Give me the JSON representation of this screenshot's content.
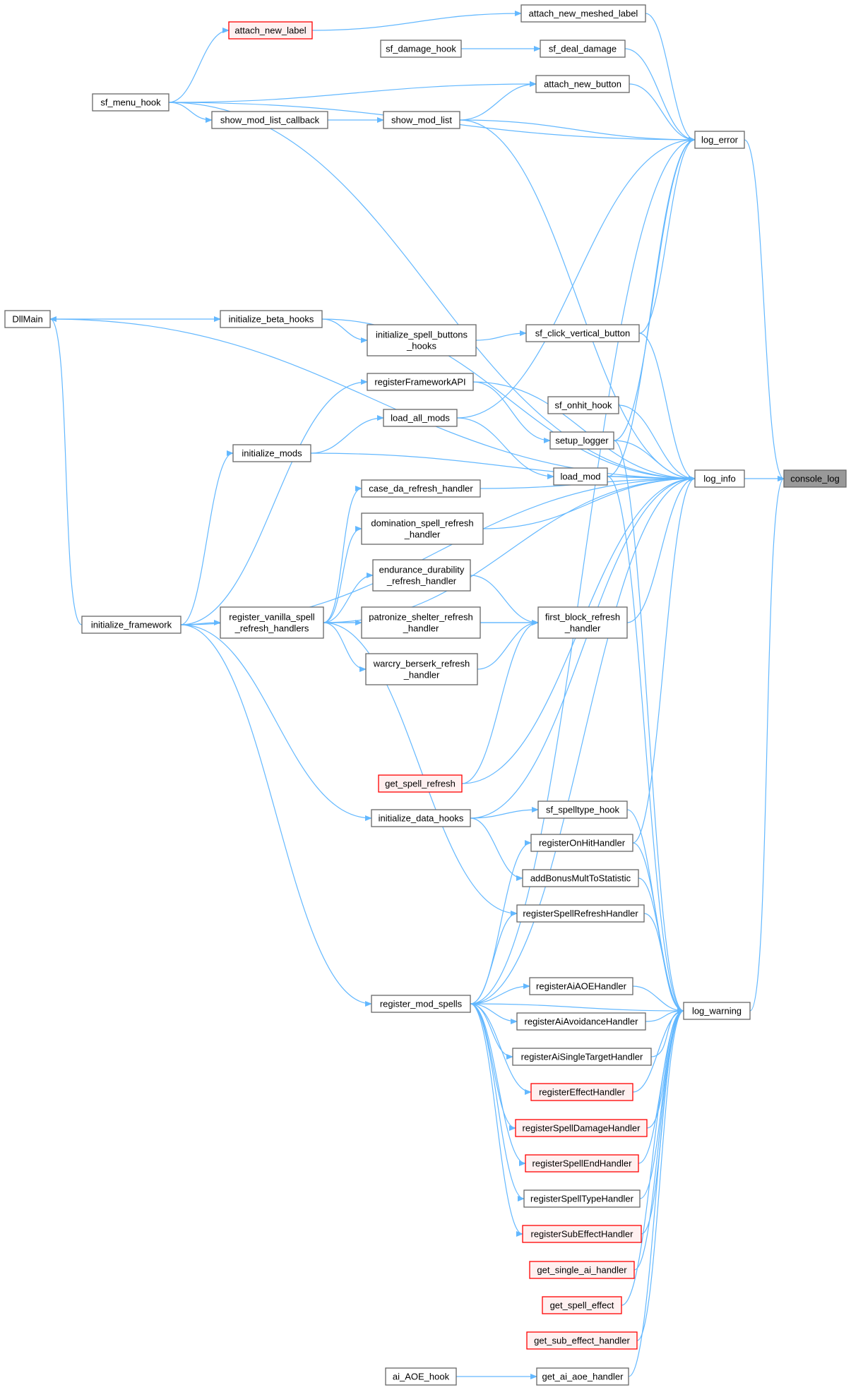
{
  "colors": {
    "edge": "#63b8ff",
    "node_border": "#666666",
    "node_fill": "#ffffff",
    "highlight_fill": "#999999",
    "highlight_border": "#666666",
    "truncated_border": "#ff0000",
    "truncated_fill": "#fff0f0"
  },
  "nodes": {
    "console_log": {
      "lines": [
        "console_log"
      ],
      "style": "highlight"
    },
    "log_error": {
      "lines": [
        "log_error"
      ],
      "style": "normal"
    },
    "log_info": {
      "lines": [
        "log_info"
      ],
      "style": "normal"
    },
    "log_warning": {
      "lines": [
        "log_warning"
      ],
      "style": "normal"
    },
    "attach_new_meshed_label": {
      "lines": [
        "attach_new_meshed_label"
      ],
      "style": "normal"
    },
    "attach_new_label": {
      "lines": [
        "attach_new_label"
      ],
      "style": "truncated"
    },
    "sf_damage_hook": {
      "lines": [
        "sf_damage_hook"
      ],
      "style": "normal"
    },
    "sf_deal_damage": {
      "lines": [
        "sf_deal_damage"
      ],
      "style": "normal"
    },
    "attach_new_button": {
      "lines": [
        "attach_new_button"
      ],
      "style": "normal"
    },
    "sf_menu_hook": {
      "lines": [
        "sf_menu_hook"
      ],
      "style": "normal"
    },
    "show_mod_list_callback": {
      "lines": [
        "show_mod_list_callback"
      ],
      "style": "normal"
    },
    "show_mod_list": {
      "lines": [
        "show_mod_list"
      ],
      "style": "normal"
    },
    "DllMain": {
      "lines": [
        "DllMain"
      ],
      "style": "normal"
    },
    "initialize_beta_hooks": {
      "lines": [
        "initialize_beta_hooks"
      ],
      "style": "normal"
    },
    "initialize_spell_buttons_hooks": {
      "lines": [
        "initialize_spell_buttons",
        "_hooks"
      ],
      "style": "normal"
    },
    "sf_click_vertical_button": {
      "lines": [
        "sf_click_vertical_button"
      ],
      "style": "normal"
    },
    "registerFrameworkAPI": {
      "lines": [
        "registerFrameworkAPI"
      ],
      "style": "normal"
    },
    "sf_onhit_hook": {
      "lines": [
        "sf_onhit_hook"
      ],
      "style": "normal"
    },
    "load_all_mods": {
      "lines": [
        "load_all_mods"
      ],
      "style": "normal"
    },
    "setup_logger": {
      "lines": [
        "setup_logger"
      ],
      "style": "normal"
    },
    "initialize_mods": {
      "lines": [
        "initialize_mods"
      ],
      "style": "normal"
    },
    "load_mod": {
      "lines": [
        "load_mod"
      ],
      "style": "normal"
    },
    "case_da_refresh_handler": {
      "lines": [
        "case_da_refresh_handler"
      ],
      "style": "normal"
    },
    "domination_spell_refresh_handler": {
      "lines": [
        "domination_spell_refresh",
        "_handler"
      ],
      "style": "normal"
    },
    "endurance_durability_refresh_handler": {
      "lines": [
        "endurance_durability",
        "_refresh_handler"
      ],
      "style": "normal"
    },
    "initialize_framework": {
      "lines": [
        "initialize_framework"
      ],
      "style": "normal"
    },
    "register_vanilla_spell_refresh_handlers": {
      "lines": [
        "register_vanilla_spell",
        "_refresh_handlers"
      ],
      "style": "normal"
    },
    "patronize_shelter_refresh_handler": {
      "lines": [
        "patronize_shelter_refresh",
        "_handler"
      ],
      "style": "normal"
    },
    "first_block_refresh_handler": {
      "lines": [
        "first_block_refresh",
        "_handler"
      ],
      "style": "normal"
    },
    "warcry_berserk_refresh_handler": {
      "lines": [
        "warcry_berserk_refresh",
        "_handler"
      ],
      "style": "normal"
    },
    "get_spell_refresh": {
      "lines": [
        "get_spell_refresh"
      ],
      "style": "truncated"
    },
    "sf_spelltype_hook": {
      "lines": [
        "sf_spelltype_hook"
      ],
      "style": "normal"
    },
    "initialize_data_hooks": {
      "lines": [
        "initialize_data_hooks"
      ],
      "style": "normal"
    },
    "registerOnHitHandler": {
      "lines": [
        "registerOnHitHandler"
      ],
      "style": "normal"
    },
    "addBonusMultToStatistic": {
      "lines": [
        "addBonusMultToStatistic"
      ],
      "style": "normal"
    },
    "registerSpellRefreshHandler": {
      "lines": [
        "registerSpellRefreshHandler"
      ],
      "style": "normal"
    },
    "registerAiAOEHandler": {
      "lines": [
        "registerAiAOEHandler"
      ],
      "style": "normal"
    },
    "register_mod_spells": {
      "lines": [
        "register_mod_spells"
      ],
      "style": "normal"
    },
    "registerAiAvoidanceHandler": {
      "lines": [
        "registerAiAvoidanceHandler"
      ],
      "style": "normal"
    },
    "registerAiSingleTargetHandler": {
      "lines": [
        "registerAiSingleTargetHandler"
      ],
      "style": "normal"
    },
    "registerEffectHandler": {
      "lines": [
        "registerEffectHandler"
      ],
      "style": "truncated"
    },
    "registerSpellDamageHandler": {
      "lines": [
        "registerSpellDamageHandler"
      ],
      "style": "truncated"
    },
    "registerSpellEndHandler": {
      "lines": [
        "registerSpellEndHandler"
      ],
      "style": "truncated"
    },
    "registerSpellTypeHandler": {
      "lines": [
        "registerSpellTypeHandler"
      ],
      "style": "normal"
    },
    "registerSubEffectHandler": {
      "lines": [
        "registerSubEffectHandler"
      ],
      "style": "truncated"
    },
    "get_single_ai_handler": {
      "lines": [
        "get_single_ai_handler"
      ],
      "style": "truncated"
    },
    "get_spell_effect": {
      "lines": [
        "get_spell_effect"
      ],
      "style": "truncated"
    },
    "get_sub_effect_handler": {
      "lines": [
        "get_sub_effect_handler"
      ],
      "style": "truncated"
    },
    "ai_AOE_hook": {
      "lines": [
        "ai_AOE_hook"
      ],
      "style": "normal"
    },
    "get_ai_aoe_handler": {
      "lines": [
        "get_ai_aoe_handler"
      ],
      "style": "normal"
    }
  },
  "edges": [
    [
      "log_error",
      "console_log"
    ],
    [
      "log_info",
      "console_log"
    ],
    [
      "log_warning",
      "console_log"
    ],
    [
      "attach_new_meshed_label",
      "log_error"
    ],
    [
      "sf_deal_damage",
      "log_error"
    ],
    [
      "attach_new_button",
      "log_error"
    ],
    [
      "show_mod_list",
      "log_error"
    ],
    [
      "sf_menu_hook",
      "log_error"
    ],
    [
      "register_mod_spells",
      "log_error"
    ],
    [
      "load_all_mods",
      "log_error"
    ],
    [
      "sf_click_vertical_button",
      "log_error"
    ],
    [
      "setup_logger",
      "log_error"
    ],
    [
      "load_mod",
      "log_error"
    ],
    [
      "attach_new_label",
      "attach_new_meshed_label"
    ],
    [
      "sf_menu_hook",
      "attach_new_label"
    ],
    [
      "sf_damage_hook",
      "sf_deal_damage"
    ],
    [
      "sf_menu_hook",
      "attach_new_button"
    ],
    [
      "show_mod_list",
      "attach_new_button"
    ],
    [
      "sf_menu_hook",
      "show_mod_list_callback"
    ],
    [
      "show_mod_list_callback",
      "show_mod_list"
    ],
    [
      "DllMain",
      "initialize_beta_hooks"
    ],
    [
      "initialize_beta_hooks",
      "initialize_spell_buttons_hooks"
    ],
    [
      "initialize_spell_buttons_hooks",
      "sf_click_vertical_button"
    ],
    [
      "initialize_framework",
      "DllMain"
    ],
    [
      "initialize_framework",
      "registerFrameworkAPI"
    ],
    [
      "initialize_framework",
      "initialize_mods"
    ],
    [
      "initialize_mods",
      "load_all_mods"
    ],
    [
      "load_all_mods",
      "load_mod"
    ],
    [
      "registerFrameworkAPI",
      "setup_logger"
    ],
    [
      "initialize_framework",
      "register_vanilla_spell_refresh_handlers"
    ],
    [
      "register_vanilla_spell_refresh_handlers",
      "case_da_refresh_handler"
    ],
    [
      "register_vanilla_spell_refresh_handlers",
      "domination_spell_refresh_handler"
    ],
    [
      "register_vanilla_spell_refresh_handlers",
      "endurance_durability_refresh_handler"
    ],
    [
      "register_vanilla_spell_refresh_handlers",
      "patronize_shelter_refresh_handler"
    ],
    [
      "register_vanilla_spell_refresh_handlers",
      "warcry_berserk_refresh_handler"
    ],
    [
      "register_vanilla_spell_refresh_handlers",
      "first_block_refresh_handler"
    ],
    [
      "endurance_durability_refresh_handler",
      "first_block_refresh_handler"
    ],
    [
      "patronize_shelter_refresh_handler",
      "first_block_refresh_handler"
    ],
    [
      "warcry_berserk_refresh_handler",
      "first_block_refresh_handler"
    ],
    [
      "get_spell_refresh",
      "first_block_refresh_handler"
    ],
    [
      "initialize_framework",
      "initialize_data_hooks"
    ],
    [
      "initialize_data_hooks",
      "sf_spelltype_hook"
    ],
    [
      "initialize_data_hooks",
      "addBonusMultToStatistic"
    ],
    [
      "initialize_framework",
      "register_mod_spells"
    ],
    [
      "register_vanilla_spell_refresh_handlers",
      "registerSpellRefreshHandler"
    ],
    [
      "register_mod_spells",
      "registerOnHitHandler"
    ],
    [
      "register_mod_spells",
      "registerSpellRefreshHandler"
    ],
    [
      "register_mod_spells",
      "registerAiAOEHandler"
    ],
    [
      "register_mod_spells",
      "registerAiAvoidanceHandler"
    ],
    [
      "register_mod_spells",
      "registerAiSingleTargetHandler"
    ],
    [
      "register_mod_spells",
      "registerEffectHandler"
    ],
    [
      "register_mod_spells",
      "registerSpellDamageHandler"
    ],
    [
      "register_mod_spells",
      "registerSpellEndHandler"
    ],
    [
      "register_mod_spells",
      "registerSpellTypeHandler"
    ],
    [
      "register_mod_spells",
      "registerSubEffectHandler"
    ],
    [
      "ai_AOE_hook",
      "get_ai_aoe_handler"
    ],
    [
      "DllMain",
      "log_info"
    ],
    [
      "sf_menu_hook",
      "log_info"
    ],
    [
      "show_mod_list",
      "log_info"
    ],
    [
      "initialize_beta_hooks",
      "log_info"
    ],
    [
      "sf_click_vertical_button",
      "log_info"
    ],
    [
      "registerFrameworkAPI",
      "log_info"
    ],
    [
      "sf_onhit_hook",
      "log_info"
    ],
    [
      "setup_logger",
      "log_info"
    ],
    [
      "initialize_mods",
      "log_info"
    ],
    [
      "load_mod",
      "log_info"
    ],
    [
      "case_da_refresh_handler",
      "log_info"
    ],
    [
      "domination_spell_refresh_handler",
      "log_info"
    ],
    [
      "first_block_refresh_handler",
      "log_info"
    ],
    [
      "initialize_framework",
      "log_info"
    ],
    [
      "register_vanilla_spell_refresh_handlers",
      "log_info"
    ],
    [
      "get_spell_refresh",
      "log_info"
    ],
    [
      "initialize_data_hooks",
      "log_info"
    ],
    [
      "registerOnHitHandler",
      "log_info"
    ],
    [
      "register_mod_spells",
      "log_info"
    ],
    [
      "setup_logger",
      "log_warning"
    ],
    [
      "load_mod",
      "log_warning"
    ],
    [
      "sf_spelltype_hook",
      "log_warning"
    ],
    [
      "registerOnHitHandler",
      "log_warning"
    ],
    [
      "addBonusMultToStatistic",
      "log_warning"
    ],
    [
      "registerSpellRefreshHandler",
      "log_warning"
    ],
    [
      "registerAiAOEHandler",
      "log_warning"
    ],
    [
      "register_mod_spells",
      "log_warning"
    ],
    [
      "registerAiAvoidanceHandler",
      "log_warning"
    ],
    [
      "registerAiSingleTargetHandler",
      "log_warning"
    ],
    [
      "registerEffectHandler",
      "log_warning"
    ],
    [
      "registerSpellDamageHandler",
      "log_warning"
    ],
    [
      "registerSpellEndHandler",
      "log_warning"
    ],
    [
      "registerSpellTypeHandler",
      "log_warning"
    ],
    [
      "registerSubEffectHandler",
      "log_warning"
    ],
    [
      "get_single_ai_handler",
      "log_warning"
    ],
    [
      "get_spell_effect",
      "log_warning"
    ],
    [
      "get_sub_effect_handler",
      "log_warning"
    ],
    [
      "get_ai_aoe_handler",
      "log_warning"
    ]
  ]
}
